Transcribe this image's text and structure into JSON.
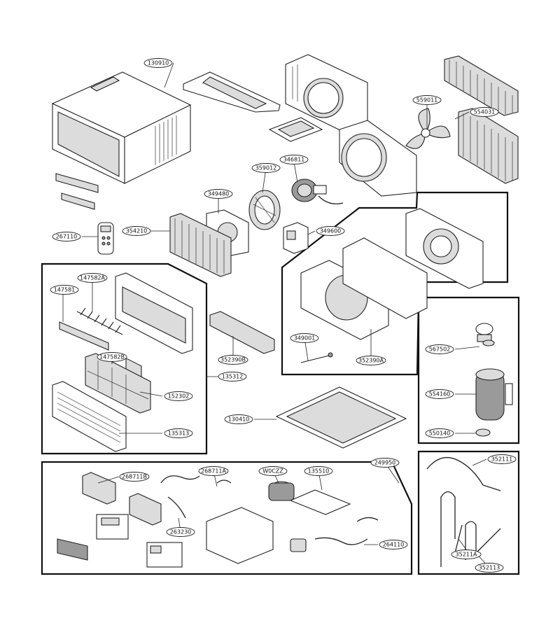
{
  "diagram": {
    "part_labels": {
      "p130910": "130910",
      "p559011": "559011",
      "p554031": "554031",
      "p346811": "346811",
      "p359012": "359012",
      "p349480": "349480",
      "p267110": "267110",
      "p354210": "354210",
      "p349600": "349600",
      "p147582a": "147582A",
      "p147581": "147581",
      "p147582b": "147582B",
      "p152302": "152302",
      "p135312": "135312",
      "p135313": "135313",
      "p352390b": "352390B",
      "p349001": "349001",
      "p352390a": "352390A",
      "p567502": "567502",
      "p554160": "554160",
      "p550140": "550140",
      "p130410": "130410",
      "p249950": "249950",
      "p268711b": "268711B",
      "p268711a": "268711A",
      "pw0czz": "W0CZZ",
      "p135510": "135510",
      "p263230": "263230",
      "p264110": "264110",
      "p352111": "352111",
      "p35211a": "35211A",
      "p352113": "352113"
    }
  }
}
